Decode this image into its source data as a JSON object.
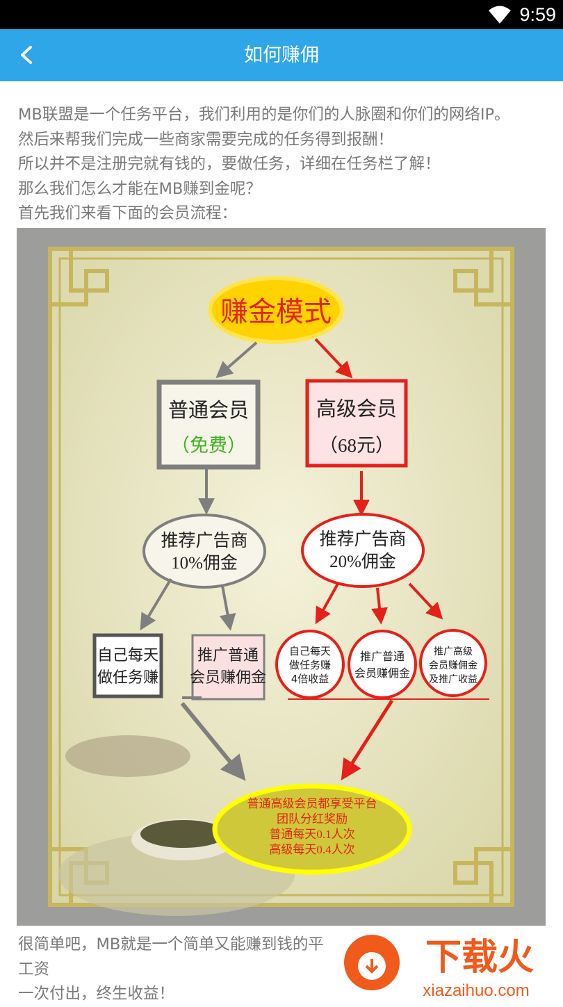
{
  "status_bar": {
    "time": "9:59",
    "wifi_icon": "wifi-icon"
  },
  "header": {
    "title": "如何赚佣",
    "back_icon": "back-arrow-icon",
    "background": "#2ea6e8"
  },
  "intro": [
    "MB联盟是一个任务平台，我们利用的是你们的人脉圈和你们的网络IP。",
    "然后来帮我们完成一些商家需要完成的任务得到报酬！",
    "所以并不是注册完就有钱的，要做任务，详细在任务栏了解！",
    "那么我们怎么才能在MB赚到金呢？",
    "首先我们来看下面的会员流程："
  ],
  "diagram": {
    "top": "赚金模式",
    "normal": {
      "title": "普通会员",
      "price": "（免费）"
    },
    "premium": {
      "title": "高级会员",
      "price": "（68元）"
    },
    "normal_ref": {
      "line1": "推荐广告商",
      "line2": "10%佣金"
    },
    "premium_ref": {
      "line1": "推荐广告商",
      "line2": "20%佣金"
    },
    "normal_task": {
      "line1": "自己每天",
      "line2": "做任务赚"
    },
    "normal_promo": {
      "line1": "推广普通",
      "line2": "会员赚佣金"
    },
    "premium_task": {
      "line1": "自己每天",
      "line2": "做任务赚",
      "line3": "4倍收益"
    },
    "premium_promo": {
      "line1": "推广普通",
      "line2": "会员赚佣金"
    },
    "premium_promo2": {
      "line1": "推广高级",
      "line2": "会员赚佣金",
      "line3": "及推广收益"
    },
    "bonus": {
      "line1": "普通高级会员都享受平台",
      "line2": "团队分红奖励",
      "line3": "普通每天0.1人次",
      "line4": "高级每天0.4人次"
    }
  },
  "outro": [
    "很简单吧，MB就是一个简单又能赚到钱的平",
    "工资",
    "一次付出，终生收益！"
  ],
  "watermark": {
    "brand": "下载火",
    "url": "xiazaihuo.com"
  }
}
